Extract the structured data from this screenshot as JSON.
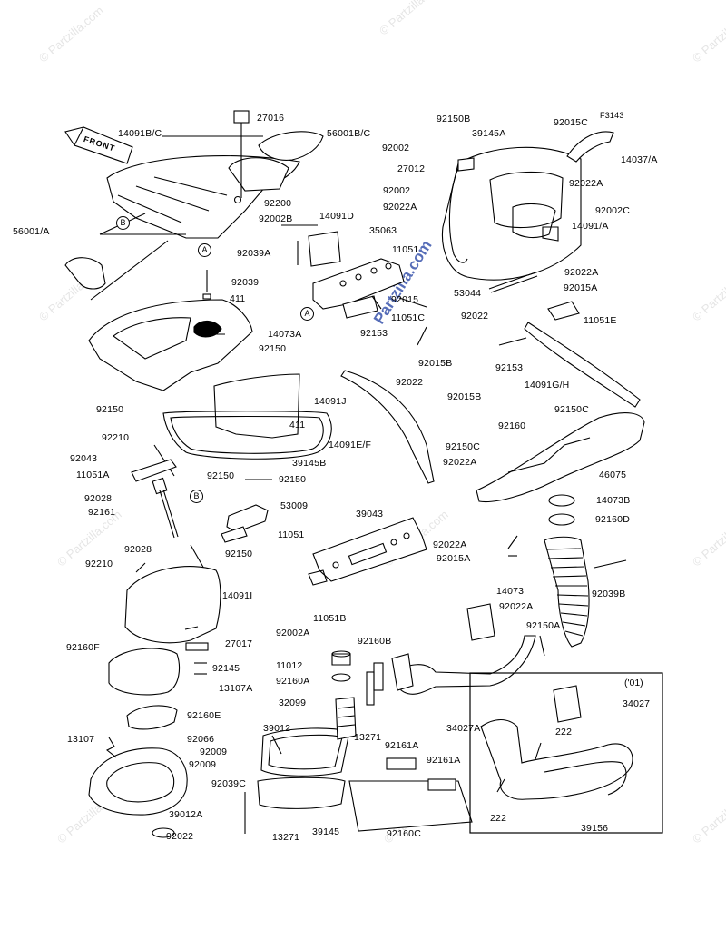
{
  "figure_id": "F3143",
  "front_label": "FRONT",
  "inset_label": "('01)",
  "watermark": "© Partzilla.com",
  "watermark_center": "Partzilla.com",
  "callouts": {
    "a": "A",
    "b": "B"
  },
  "parts": [
    "27016",
    "14091B/C",
    "56001B/C",
    "92150B",
    "39145A",
    "92015C",
    "F3143",
    "92002",
    "27012",
    "14037/A",
    "92200",
    "92002B",
    "92002",
    "92022A",
    "92022A",
    "14091D",
    "35063",
    "92002C",
    "56001/A",
    "92039A",
    "11051",
    "14091/A",
    "92039",
    "92022A",
    "411",
    "92015A",
    "53044",
    "92015",
    "14073A",
    "11051C",
    "11051E",
    "92022",
    "92153",
    "92150",
    "92015B",
    "92153",
    "92022",
    "92015B",
    "14091G/H",
    "92150",
    "14091J",
    "92150C",
    "411",
    "92160",
    "92210",
    "14091E/F",
    "92150C",
    "92043",
    "39145B",
    "92022A",
    "11051A",
    "92150",
    "92150",
    "46075",
    "92028",
    "53009",
    "14073B",
    "92161",
    "39043",
    "92160D",
    "11051",
    "92150",
    "92028",
    "92210",
    "92022A",
    "92015A",
    "14091I",
    "14073",
    "92039B",
    "11051B",
    "92022A",
    "92002A",
    "92160F",
    "27017",
    "92150A",
    "92160B",
    "11012",
    "92145",
    "92160A",
    "13107A",
    "32099",
    "92160E",
    "39012",
    "34027A",
    "13271",
    "13107",
    "92066",
    "92161A",
    "222",
    "92009",
    "92161A",
    "92009",
    "92039C",
    "222",
    "39012A",
    "39145",
    "92160C",
    "92022",
    "13271",
    "39156",
    "34027"
  ]
}
